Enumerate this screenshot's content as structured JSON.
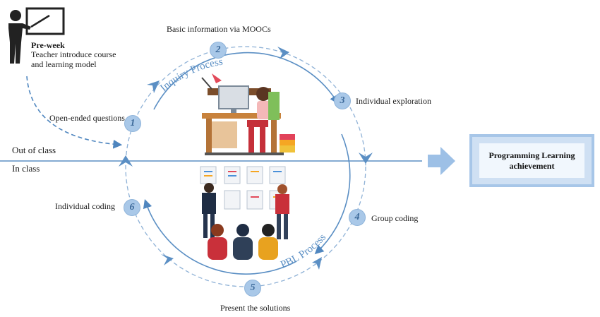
{
  "preweek": {
    "title": "Pre-week",
    "line1": "Teacher introduce course",
    "line2": "and learning model"
  },
  "divider": {
    "out_of_class": "Out of class",
    "in_class": "In class"
  },
  "cycle": {
    "inquiry_label": "Inquiry Process",
    "pbl_label": "PBL Process",
    "steps": [
      {
        "number": "1",
        "label": "Open-ended questions"
      },
      {
        "number": "2",
        "label": "Basic information via MOOCs"
      },
      {
        "number": "3",
        "label": "Individual exploration"
      },
      {
        "number": "4",
        "label": "Group coding"
      },
      {
        "number": "5",
        "label": "Present the solutions"
      },
      {
        "number": "6",
        "label": "Individual coding"
      }
    ]
  },
  "result": {
    "line1": "Programming Learning",
    "line2": "achievement"
  },
  "colors": {
    "accent": "#5b8fc4",
    "arrow": "#4f86bf",
    "badge": "#a9c8e8",
    "result_border": "#a7c6e8",
    "result_fill": "#cfe0f3"
  }
}
